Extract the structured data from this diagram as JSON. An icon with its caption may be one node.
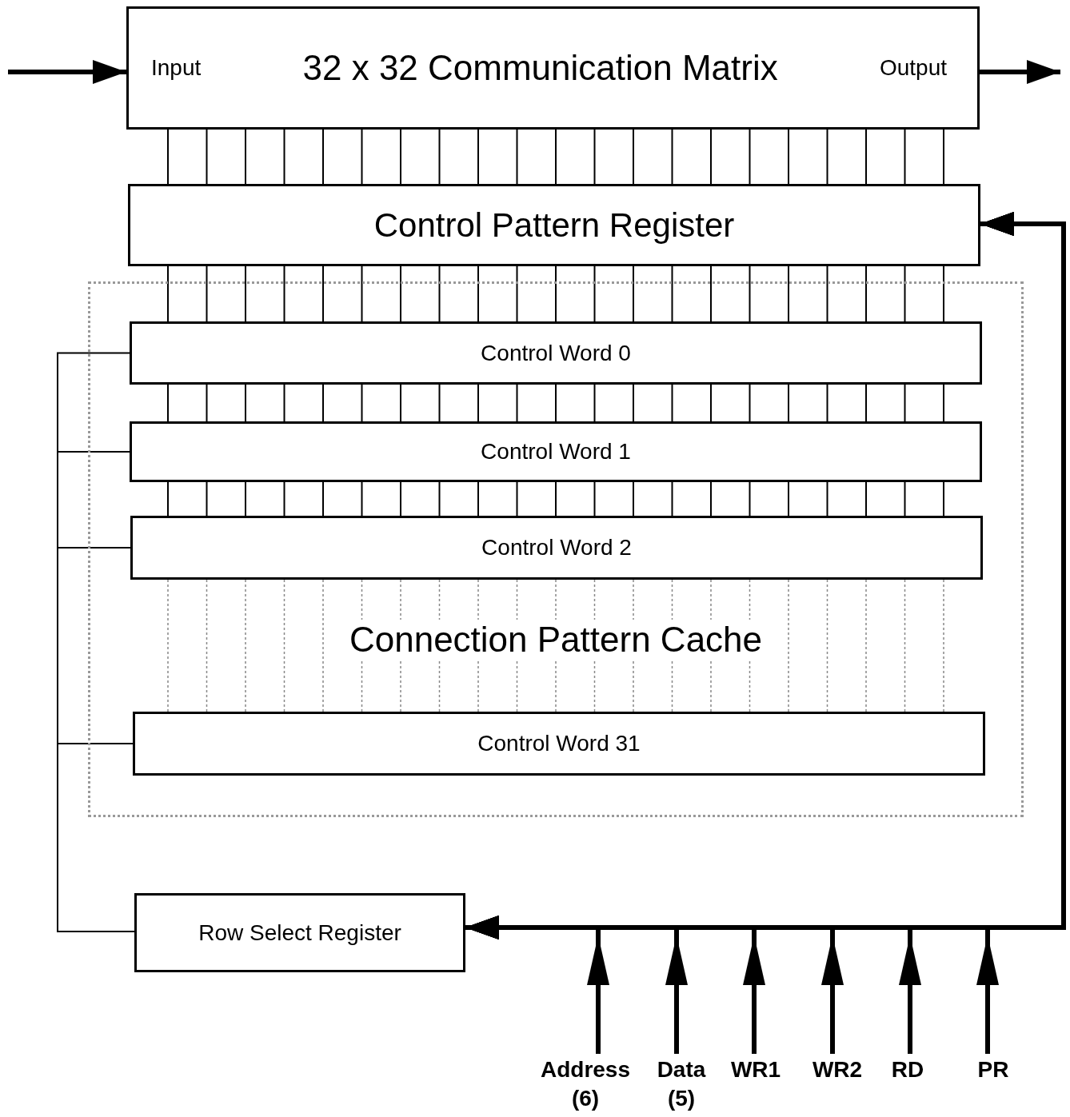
{
  "diagram": {
    "nodes": [
      {
        "text": [
          "Input",
          "32 x 32 Communication Matrix",
          "Output"
        ]
      },
      {
        "text": [
          "Control Pattern Register"
        ]
      },
      {
        "text": [
          "Connection Pattern Cache"
        ]
      },
      {
        "text": [
          "Control Word 0"
        ],
        "in": 2
      },
      {
        "text": [
          "Control Word 1"
        ],
        "in": 2
      },
      {
        "text": [
          "Control Word 2"
        ],
        "in": 2
      },
      {
        "text": [
          "Control Word 31"
        ],
        "in": 2
      },
      {
        "text": [
          "Row Select Register"
        ]
      },
      {
        "text": [
          "Address (6)"
        ]
      },
      {
        "text": [
          "Data (5)"
        ]
      },
      {
        "text": [
          "WR1"
        ]
      },
      {
        "text": [
          "WR2"
        ]
      },
      {
        "text": [
          "RD"
        ]
      },
      {
        "text": [
          "PR"
        ]
      }
    ],
    "edges": [
      {
        "from": null,
        "to": 0,
        "arrow": "to"
      },
      {
        "from": 0,
        "to": null,
        "arrow": "to"
      },
      {
        "from": 0,
        "to": 1,
        "arrow": "none"
      },
      {
        "from": 1,
        "to": 3,
        "arrow": "none"
      },
      {
        "from": 3,
        "to": 4,
        "arrow": "none"
      },
      {
        "from": 4,
        "to": 5,
        "arrow": "none"
      },
      {
        "from": 5,
        "to": 6,
        "arrow": "none",
        "style": "dashed",
        "color": "#888888"
      },
      {
        "from": 7,
        "to": 3,
        "arrow": "none"
      },
      {
        "from": 7,
        "to": 4,
        "arrow": "none"
      },
      {
        "from": 7,
        "to": 5,
        "arrow": "none"
      },
      {
        "from": 7,
        "to": 6,
        "arrow": "none"
      },
      {
        "from": 8,
        "to": 7,
        "arrow": "to"
      },
      {
        "from": 9,
        "to": 7,
        "arrow": "to"
      },
      {
        "from": 10,
        "to": 7,
        "arrow": "to"
      },
      {
        "from": 11,
        "to": 7,
        "arrow": "to"
      },
      {
        "from": 12,
        "to": 7,
        "arrow": "to"
      },
      {
        "from": 13,
        "to": 7,
        "arrow": "to"
      },
      {
        "from": 8,
        "to": 1,
        "arrow": "to"
      },
      {
        "from": 9,
        "to": 1,
        "arrow": "to"
      },
      {
        "from": 10,
        "to": 1,
        "arrow": "to"
      },
      {
        "from": 11,
        "to": 1,
        "arrow": "to"
      },
      {
        "from": 12,
        "to": 1,
        "arrow": "to"
      },
      {
        "from": 13,
        "to": 1,
        "arrow": "to"
      }
    ]
  }
}
